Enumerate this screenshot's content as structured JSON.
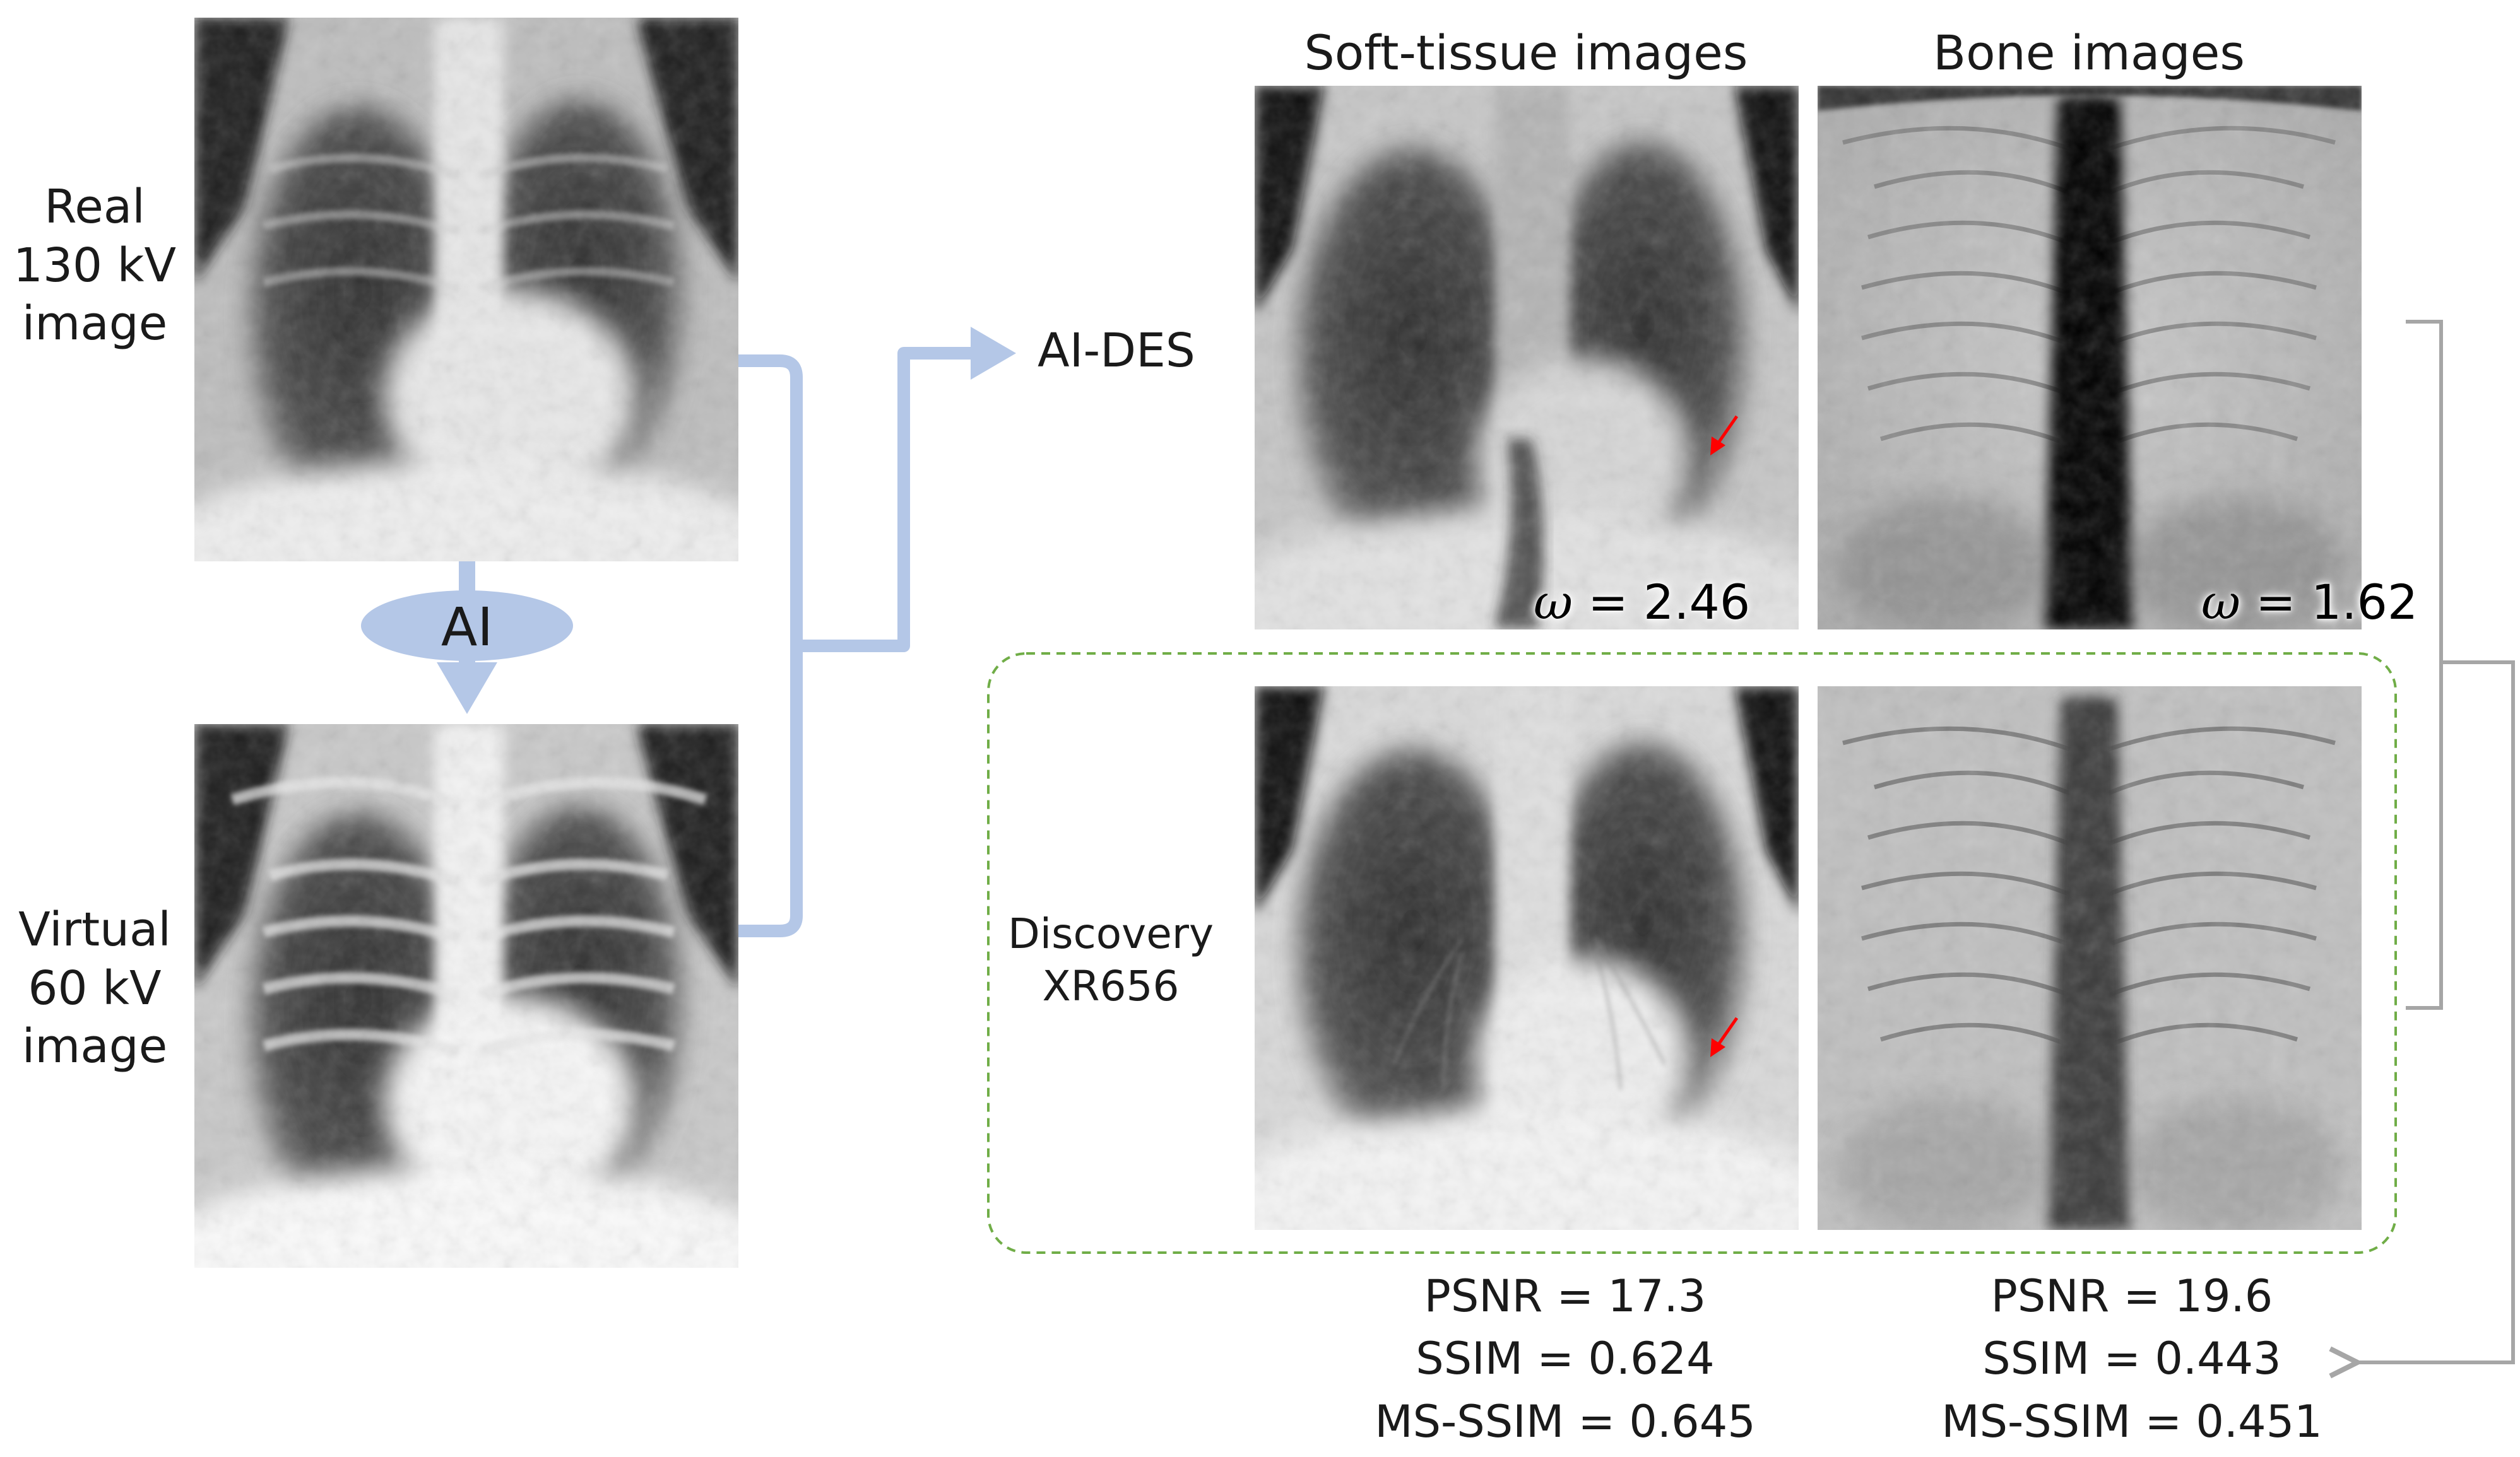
{
  "inputs": {
    "real_label": [
      "Real",
      "130 kV",
      "image"
    ],
    "virtual_label": [
      "Virtual",
      "60 kV",
      "image"
    ],
    "ai_label": "AI"
  },
  "output_label": "AI-DES",
  "columns": {
    "soft_tissue": "Soft-tissue images",
    "bone": "Bone images"
  },
  "weights": {
    "soft_tissue": "= 2.46",
    "bone": "= 1.62",
    "symbol": "ω"
  },
  "reference": {
    "label": [
      "Discovery",
      "XR656"
    ]
  },
  "metrics": {
    "soft_tissue": [
      "PSNR = 17.3",
      "SSIM = 0.624",
      "MS-SSIM = 0.645"
    ],
    "bone": [
      "PSNR = 19.6",
      "SSIM = 0.443",
      "MS-SSIM = 0.451"
    ]
  },
  "colors": {
    "flow_arrow": "#b4c7e7",
    "bracket": "#a6a6a6",
    "dashed_box": "#70ad47",
    "marker_arrow": "#ff0000"
  }
}
